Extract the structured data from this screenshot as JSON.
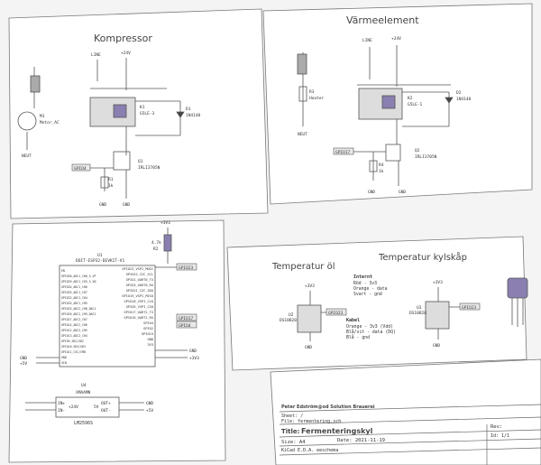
{
  "sections": {
    "kompressor": {
      "title": "Kompressor",
      "line": "LINE",
      "v24": "+24V",
      "relay_ref": "K1",
      "relay_val": "G5LE-3",
      "diode_ref": "D1",
      "diode_val": "1N4148",
      "motor_ref": "M1",
      "motor_val": "Motor_AC",
      "neut": "NEUT",
      "gpio": "GPIO4",
      "res_ref": "R1",
      "res_val": "1k",
      "fet_ref": "Q1",
      "fet_val": "IRLI3705N",
      "gnd": "GND",
      "gnd2": "GND"
    },
    "varmeelement": {
      "title": "Värmeelement",
      "line": "LINE",
      "v24": "+24V",
      "relay_ref": "K2",
      "relay_val": "G5LE-1",
      "diode_ref": "D2",
      "diode_val": "1N4148",
      "heater_ref": "R3",
      "heater_val": "Heater",
      "neut": "NEUT",
      "gpio": "GPIO17",
      "res_ref": "R4",
      "res_val": "1k",
      "fet_ref": "Q2",
      "fet_val": "IRLI3705N",
      "gnd": "GND",
      "gnd2": "GND"
    },
    "mcu": {
      "ref": "U1",
      "val": "DOIT-ESP32-DEVKIT-V1",
      "v33": "+3V3",
      "pullup_ref": "4.7k",
      "pullup_val": "R2",
      "gpio23": "GPIO23",
      "gpio17a": "GPIO17",
      "gpio4a": "GPIO4",
      "left_pins": [
        "EN",
        "GPIO36_ADC1_CH0_S_VP",
        "GPIO39_ADC1_CH3_S_VN",
        "GPIO34_ADC1_CH6",
        "GPIO35_ADC1_CH7",
        "GPIO32_ADC1_CH4",
        "GPIO33_ADC1_CH5",
        "GPIO25_ADC2_CH8_DAC1",
        "GPIO26_ADC2_CH9_DAC2",
        "GPIO27_ADC2_CH7",
        "GPIO14_ADC2_CH6",
        "GPIO12_ADC2_CH5",
        "GPIO13_ADC2_CH4",
        "GPIO9_SD2/SD2",
        "GPIO10_SD3/SD3",
        "GPIO11_CSC/CMD",
        "GND",
        "VIN"
      ],
      "right_pins": [
        "GPIO23_VSPI_MOSI",
        "GPIO22_I2C_SCL",
        "GPIO1_UART0_TX",
        "GPIO3_UART0_RX",
        "GPIO21_I2C_SDA",
        "GPIO19_VSPI_MISO",
        "GPIO18_VSPI_CLK",
        "GPIO5_VSPI_CS0",
        "GPIO17_UART2_TX",
        "GPIO16_UART2_RX",
        "GPIO4",
        "GPIO2",
        "GPIO15",
        "GND",
        "3V3"
      ],
      "gnd_label": "GND",
      "v33_label": "+3V3",
      "gnd_left": "GND",
      "v5_left": "+5V"
    },
    "regulator": {
      "ref": "U4",
      "val": "XMAAMN",
      "chip": "LM2596S",
      "in_plus": "IN+",
      "in_minus": "IN-",
      "out_plus": "OUT+",
      "out_minus": "OUT-",
      "v24": "+24V",
      "v5": "5V",
      "gnd": "GND",
      "v5b": "+5V"
    },
    "temperature": {
      "title_ol": "Temperatur öl",
      "title_kyl": "Temperatur kylskåp",
      "internt": "Internt",
      "internt_lines": [
        "Röd - 3v3",
        "Orange - data",
        "Svart - gnd"
      ],
      "kabel": "Kabel",
      "kabel_lines": [
        "Orange - 3v3 (Vdd)",
        "Blå/vit - data (DQ)",
        "Blå - gnd"
      ],
      "u2_ref": "U2",
      "u2_val": "DS18B20",
      "u3_ref": "U3",
      "u3_val": "DS18B20",
      "v33a": "+3V3",
      "v33b": "+3V3",
      "gnd_a": "GND",
      "gnd_b": "GND",
      "gpio_a": "GPIO23",
      "gpio_b": "GPIO23"
    },
    "titleblock": {
      "company": "Peter Edström@od Solution Brauerei",
      "sheet": "Sheet: /",
      "file": "File: fermentering.sch",
      "title_label": "Title:",
      "title": "Fermenteringskyl",
      "size": "Size: A4",
      "date": "Date: 2021-11-19",
      "rev": "Rev:",
      "kicad": "KiCad E.D.A.  eeschema",
      "id": "Id: 1/1"
    }
  }
}
